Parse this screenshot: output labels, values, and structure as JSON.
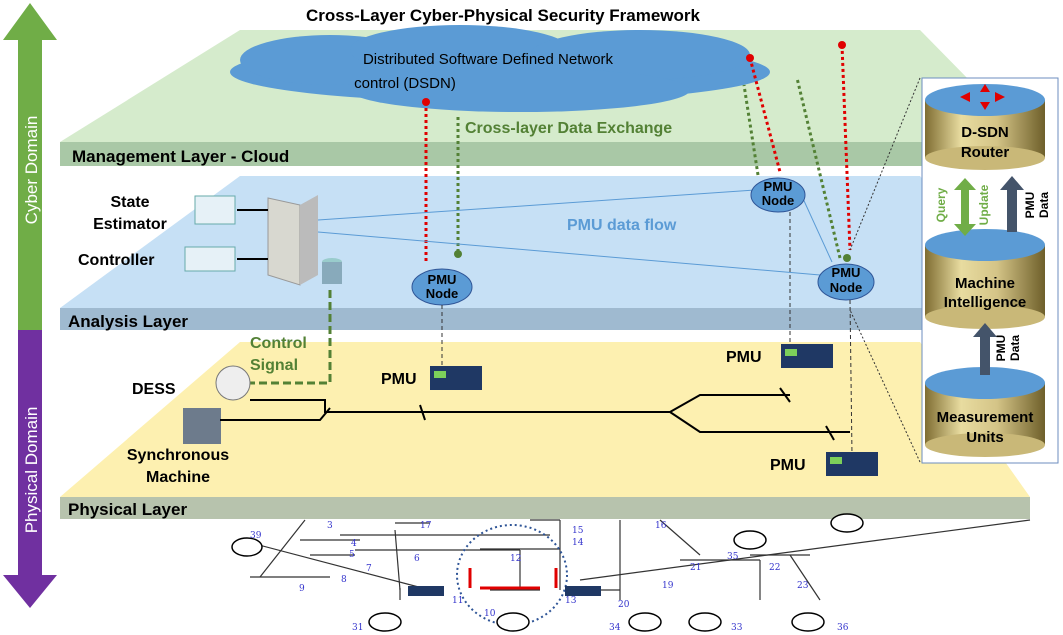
{
  "title": "Cross-Layer Cyber-Physical Security Framework",
  "domains": {
    "cyber": "Cyber Domain",
    "physical": "Physical Domain"
  },
  "layers": {
    "management": "Management  Layer - Cloud",
    "analysis": "Analysis Layer",
    "physical": "Physical Layer"
  },
  "cloud": {
    "line1": "Distributed Software Defined Network",
    "line2": "control (DSDN)"
  },
  "cross_layer_label": "Cross-layer Data  Exchange",
  "pmu_flow_label": "PMU data flow",
  "pmu_node": {
    "line1": "PMU",
    "line2": "Node"
  },
  "state_estimator": {
    "line1": "State",
    "line2": "Estimator"
  },
  "controller": "Controller",
  "control_signal": {
    "line1": "Control",
    "line2": "Signal"
  },
  "dess": "DESS",
  "sync_machine": {
    "line1": "Synchronous",
    "line2": "Machine"
  },
  "pmu": "PMU",
  "panel": {
    "router": {
      "line1": "D-SDN",
      "line2": "Router"
    },
    "mi": {
      "line1": "Machine",
      "line2": "Intelligence"
    },
    "mu": {
      "line1": "Measurement",
      "line2": "Units"
    },
    "query": "Query",
    "update": "Update",
    "pmu_data": {
      "line1": "PMU",
      "line2": "Data"
    }
  },
  "buses": [
    "39",
    "3",
    "17",
    "16",
    "15",
    "14",
    "4",
    "5",
    "7",
    "8",
    "9",
    "6",
    "12",
    "11",
    "10",
    "13",
    "20",
    "31",
    "34",
    "33",
    "36",
    "35",
    "22",
    "21",
    "19",
    "23"
  ],
  "colors": {
    "cyber": "#70ad47",
    "physical": "#7030a0",
    "management": "#d5ebcc",
    "analysis": "#c6e0f5",
    "physical_layer": "#fdf0b0",
    "node": "#5b9bd5",
    "red": "#e00000",
    "green_dot": "#538135"
  }
}
